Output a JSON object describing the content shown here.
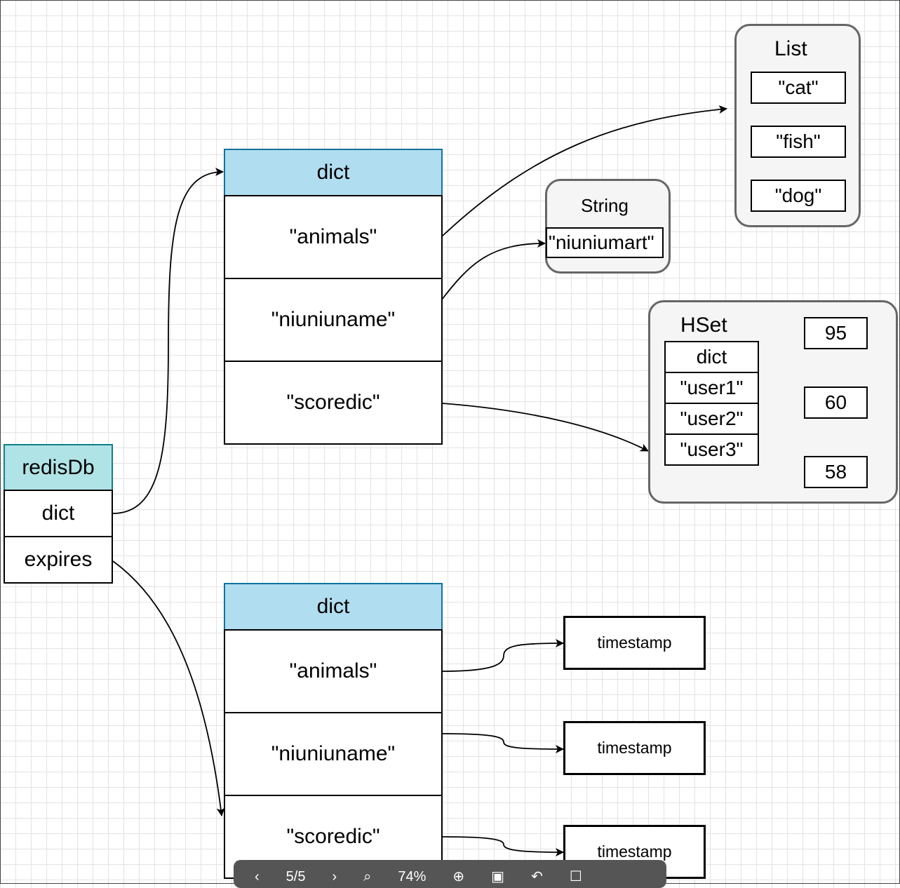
{
  "redisdb": {
    "title": "redisDb",
    "rows": [
      "dict",
      "expires"
    ]
  },
  "dict_main": {
    "title": "dict",
    "keys": [
      "\"animals\"",
      "\"niuniuname\"",
      "\"scoredic\""
    ]
  },
  "dict_expires": {
    "title": "dict",
    "keys": [
      "\"animals\"",
      "\"niuniuname\"",
      "\"scoredic\""
    ]
  },
  "list": {
    "title": "List",
    "items": [
      "\"cat\"",
      "\"fish\"",
      "\"dog\""
    ]
  },
  "string": {
    "title": "String",
    "value": "\"niuniumart\""
  },
  "hset": {
    "title": "HSet",
    "header": "dict",
    "keys": [
      "\"user1\"",
      "\"user2\"",
      "\"user3\""
    ],
    "values": [
      "95",
      "60",
      "58"
    ]
  },
  "timestamps": [
    "timestamp",
    "timestamp",
    "timestamp"
  ],
  "toolbar": {
    "prev_icon": "‹",
    "page": "5/5",
    "next_icon": "›",
    "zoom_icon": "⌕",
    "zoom": "74%",
    "zoom_in_icon": "⊕",
    "fit_icon": "▣",
    "undo_icon": "↶",
    "pages_icon": "☐"
  },
  "colors": {
    "dict_header": "#b1ddf0",
    "redisdb_header": "#b0e3e6",
    "container_fill": "#f5f5f5"
  }
}
